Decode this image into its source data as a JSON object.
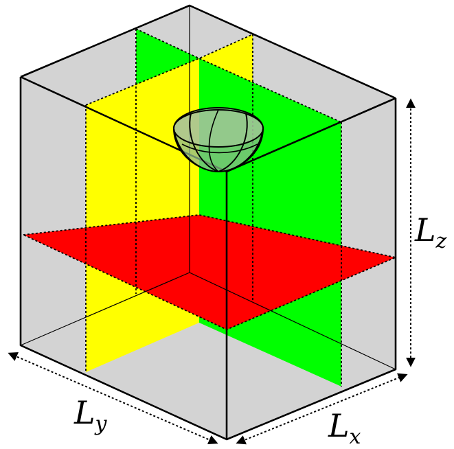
{
  "labels": {
    "lz": {
      "main": "L",
      "sub": "z"
    },
    "ly": {
      "main": "L",
      "sub": "y"
    },
    "lx": {
      "main": "L",
      "sub": "x"
    }
  },
  "colors": {
    "box_face": "#d3d3d3",
    "plane_xz": "#ffff00",
    "plane_yz": "#00ff00",
    "plane_xy": "#ff0000",
    "bowl": "#8fb98f",
    "edge": "#000000",
    "background": "#ffffff"
  }
}
